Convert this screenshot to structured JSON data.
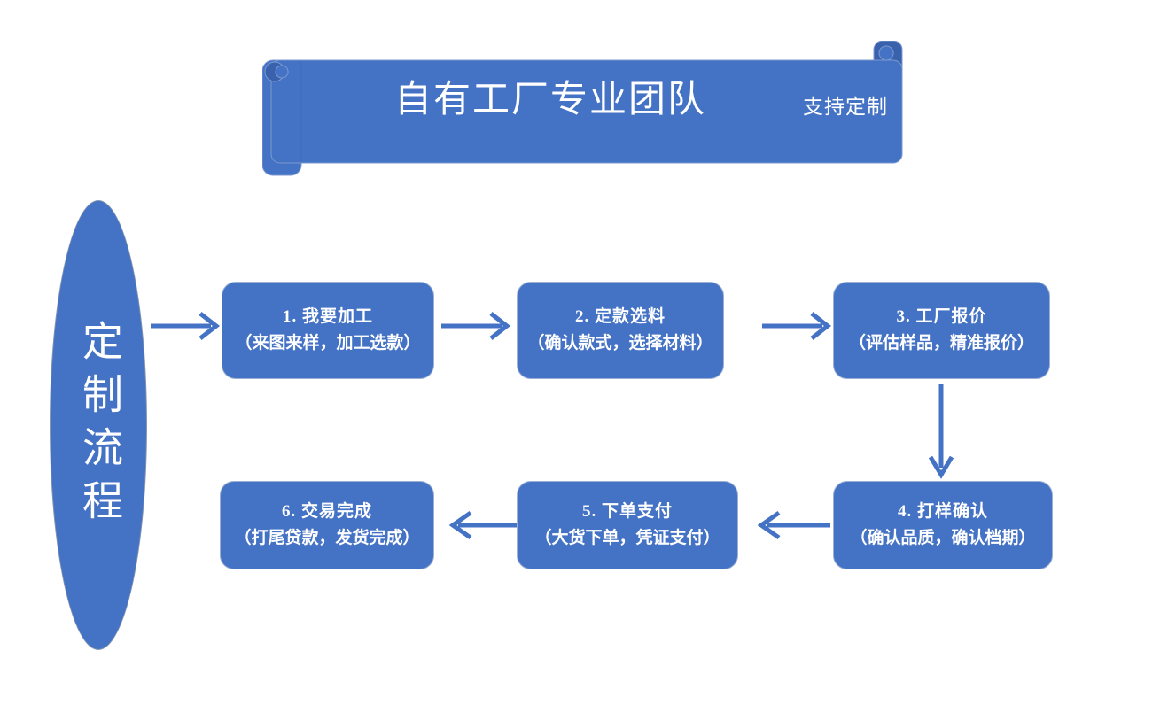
{
  "theme": {
    "fill": "#4472C4",
    "fill_dark": "#3A62AC",
    "banner_border": "#7C9AD0",
    "box_border": "#9BB0D4",
    "oval_border": "#8496B0",
    "arrow_color": "#4472C4",
    "text_color": "#FFFFFF",
    "background": "#FFFFFF"
  },
  "banner": {
    "title": "自有工厂专业团队",
    "subtitle": "支持定制"
  },
  "oval": {
    "label": "定制流程"
  },
  "steps": [
    {
      "id": "box1",
      "number": "1.",
      "title": "1.  我要加工",
      "detail": "（来图来样，加工选款）"
    },
    {
      "id": "box2",
      "number": "2.",
      "title": "2.  定款选料",
      "detail": "（确认款式，选择材料）"
    },
    {
      "id": "box3",
      "number": "3.",
      "title": "3.  工厂报价",
      "detail": "（评估样品，精准报价）"
    },
    {
      "id": "box4",
      "number": "4.",
      "title": "4.  打样确认",
      "detail": "（确认品质，确认档期）"
    },
    {
      "id": "box5",
      "number": "5.",
      "title": "5.  下单支付",
      "detail": "（大货下单，凭证支付）"
    },
    {
      "id": "box6",
      "number": "6.",
      "title": "6.  交易完成",
      "detail": "（打尾贷款，发货完成）"
    }
  ],
  "connectors": [
    {
      "id": "arrow-oval-1",
      "from": "oval",
      "to": "box1",
      "direction": "right"
    },
    {
      "id": "arrow-1-2",
      "from": "box1",
      "to": "box2",
      "direction": "right"
    },
    {
      "id": "arrow-2-3",
      "from": "box2",
      "to": "box3",
      "direction": "right"
    },
    {
      "id": "arrow-3-4",
      "from": "box3",
      "to": "box4",
      "direction": "down"
    },
    {
      "id": "arrow-4-5",
      "from": "box4",
      "to": "box5",
      "direction": "left"
    },
    {
      "id": "arrow-5-6",
      "from": "box5",
      "to": "box6",
      "direction": "left"
    }
  ]
}
